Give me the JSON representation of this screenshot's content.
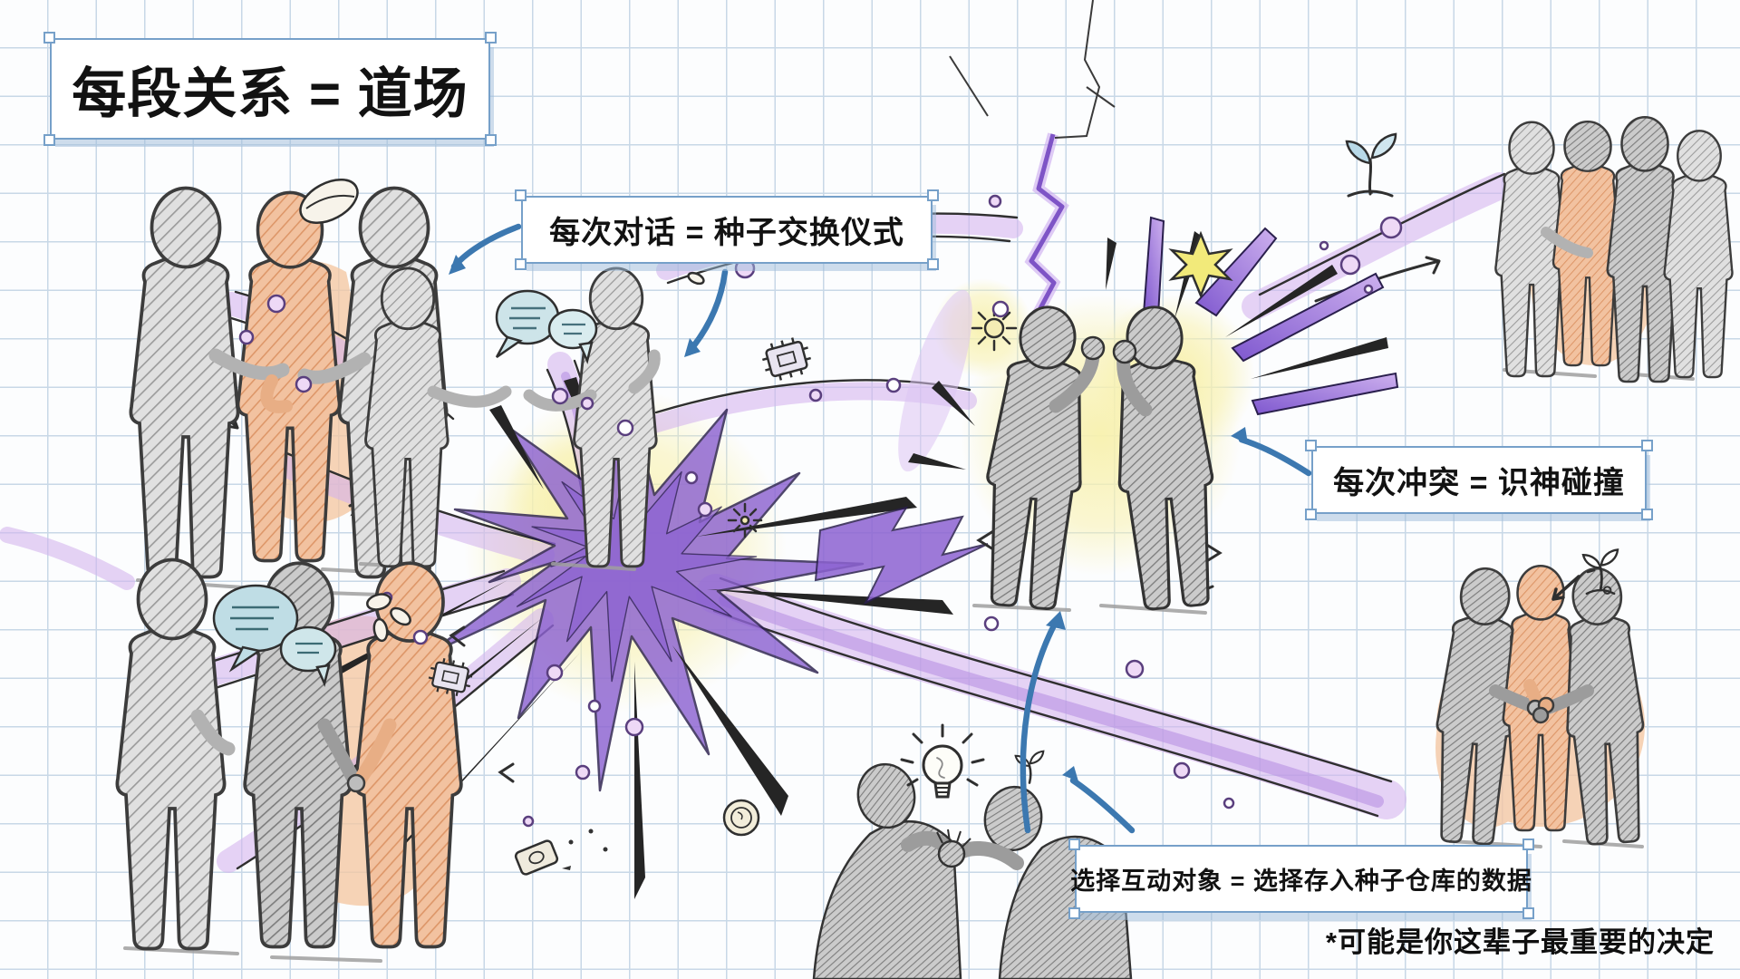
{
  "title": "每段关系 = 道场",
  "callouts": {
    "conversation": "每次对话 = 种子交换仪式",
    "conflict": "每次冲突 = 识神碰撞",
    "choice": "选择互动对象 = 选择存入种子仓库的数据"
  },
  "footnote": "*可能是你这辈子最重要的决定",
  "colors": {
    "grid_line": "#c8d8e7",
    "callout_border": "#76a0c9",
    "arrow_blue": "#3c78b0",
    "flow_purple": "#d4b4ee",
    "deep_purple": "#7e54c6",
    "explosion_purple": "#8d63d2",
    "glow_yellow": "#f8f1ae",
    "highlight_orange": "#f4c6a2",
    "bubble_teal": "#c9e2e8",
    "sketch_gray": "#9b9b9b",
    "ink": "#2f2f2f"
  },
  "icons": {
    "speech-bubbles": "💬",
    "seed": "oval-seed",
    "sprout": "🌱",
    "lightbulb": "💡",
    "chip": "microchip",
    "coin": "spiral-coin",
    "star": "✦",
    "blue-arrow": "curved-arrow"
  }
}
